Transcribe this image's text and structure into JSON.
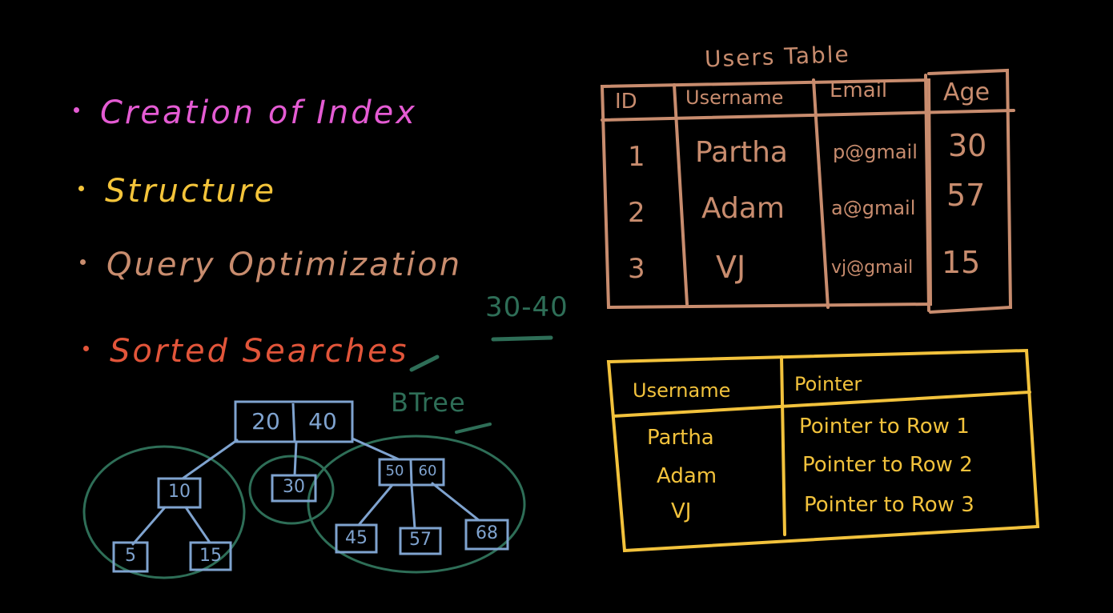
{
  "bullets": [
    {
      "label": "Creation of Index",
      "color": "#e45bd3"
    },
    {
      "label": "Structure",
      "color": "#f4c43a"
    },
    {
      "label": "Query Optimization",
      "color": "#c88c6e"
    },
    {
      "label": "Sorted Searches",
      "color": "#e2553a"
    }
  ],
  "users_table": {
    "title": "Users Table",
    "headers": [
      "ID",
      "Username",
      "Email",
      "Age"
    ],
    "rows": [
      [
        "1",
        "Partha",
        "p@gmail",
        "30"
      ],
      [
        "2",
        "Adam",
        "a@gmail",
        "57"
      ],
      [
        "3",
        "VJ",
        "vj@gmail",
        "15"
      ]
    ],
    "color": "#c88c6e"
  },
  "index_table": {
    "headers": [
      "Username",
      "Pointer"
    ],
    "rows": [
      [
        "Partha",
        "Pointer to Row 1"
      ],
      [
        "Adam",
        "Pointer to Row 2"
      ],
      [
        "VJ",
        "Pointer to Row 3"
      ]
    ],
    "color": "#f2c23c"
  },
  "range_note": "30-40",
  "btree": {
    "label": "BTree",
    "node_color": "#7fa3cf",
    "circle_color": "#2e6e57",
    "nodes": {
      "root": [
        "20",
        "40"
      ],
      "left": [
        "10"
      ],
      "middle": [
        "30"
      ],
      "right": [
        "50",
        "60"
      ],
      "left_leaves": [
        "5",
        "15"
      ],
      "right_leaves": [
        "45",
        "57",
        "68"
      ]
    }
  }
}
